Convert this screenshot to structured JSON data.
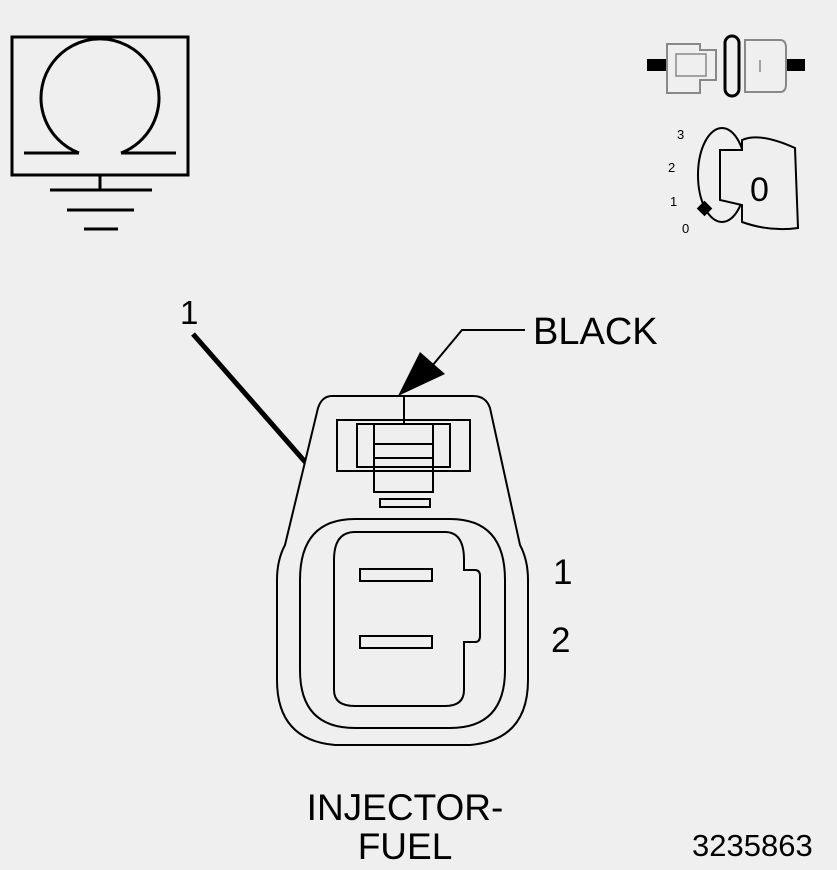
{
  "callouts": {
    "wire_color": "BLACK",
    "leader_number": "1"
  },
  "pins": [
    {
      "number": "1"
    },
    {
      "number": "2"
    }
  ],
  "component": {
    "line1": "INJECTOR-",
    "line2": "FUEL"
  },
  "figure_id": "3235863",
  "ignition_key": {
    "positions": [
      "3",
      "2",
      "1",
      "0"
    ],
    "selected": "0"
  },
  "icons": {
    "meter": "ohmmeter-ground-icon",
    "connector": "disconnected-connector-icon",
    "key": "ignition-key-icon"
  },
  "colors": {
    "background": "#efefef",
    "line": "#000000",
    "icon_gray": "#888888"
  }
}
